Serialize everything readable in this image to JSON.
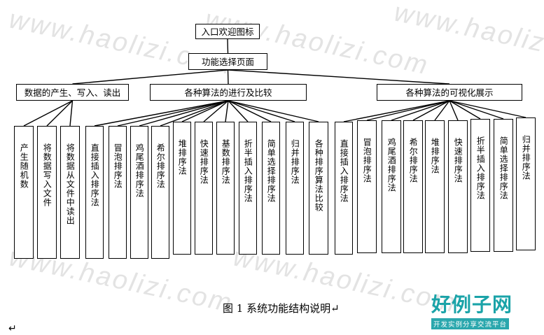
{
  "watermark": "www.haolizi.com",
  "root": {
    "label": "入口欢迎图标"
  },
  "menu": {
    "label": "功能选择页面"
  },
  "categories": [
    {
      "label": "数据的产生、写入、读出",
      "items": [
        "产生随机数",
        "将数据写入文件",
        "将数据从文件中读出"
      ]
    },
    {
      "label": "各种算法的进行及比较",
      "items": [
        "直接插入排序法",
        "冒泡排序法",
        "鸡尾酒排序法",
        "希尔排序法",
        "堆排序法",
        "快速排序法",
        "基数排序法",
        "折半插入排序法",
        "简单选择排序法",
        "归并排序法",
        "各种排序算法比较"
      ]
    },
    {
      "label": "各种算法的可视化展示",
      "items": [
        "直接插入排序法",
        "冒泡排序法",
        "鸡尾酒排序法",
        "希尔排序法",
        "堆排序法",
        "快速排序法",
        "折半插入排序法",
        "简单选择排序法",
        "归并排序法"
      ]
    }
  ],
  "caption": "图  1  系统功能结构说明↵",
  "return_mark": "↵",
  "logo": {
    "main": "好例子网",
    "sub": "开发实例分享交流平台"
  },
  "colors": {
    "logo": "#1aa3a8",
    "line": "#000000",
    "watermark": "#e3e3e3"
  }
}
